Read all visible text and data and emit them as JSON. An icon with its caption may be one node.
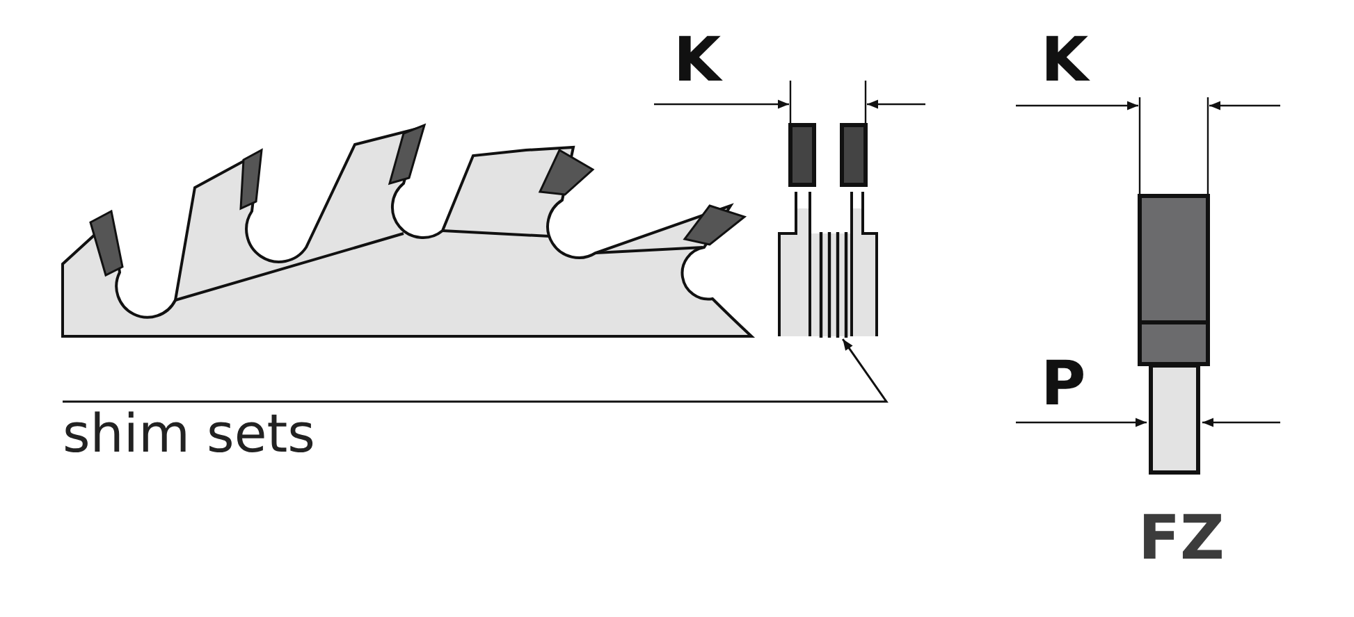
{
  "diagram": {
    "nodes": [
      {
        "text": [
          "shim sets"
        ]
      },
      {
        "text": [],
        "shape": "picture"
      }
    ],
    "edges": [
      {
        "from": 0,
        "to": 1,
        "arrow": "to"
      }
    ],
    "labels": [
      "K",
      "K",
      "P",
      "FZ"
    ]
  }
}
